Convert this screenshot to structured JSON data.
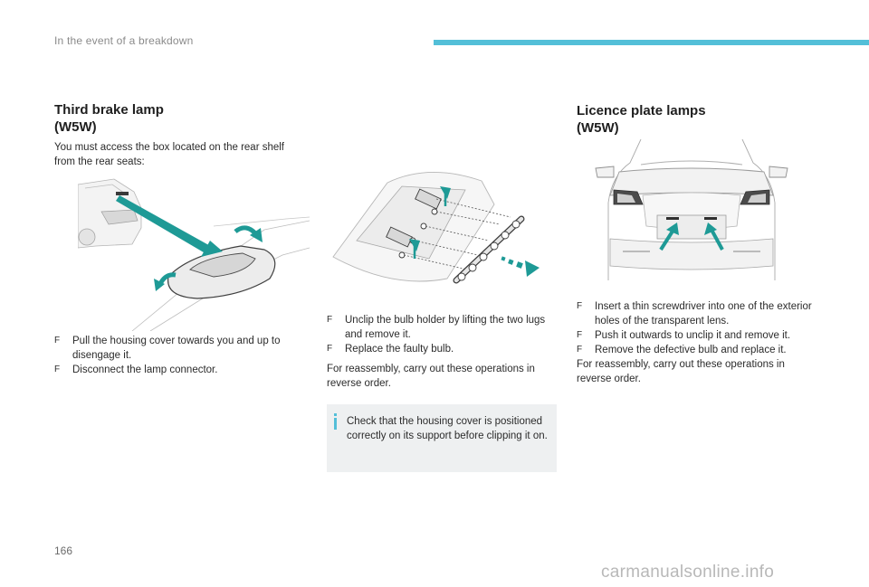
{
  "header": {
    "section_title": "In the event of a breakdown"
  },
  "third_brake_lamp": {
    "title_line1": "Third brake lamp",
    "title_line2": "(W5W)",
    "intro": "You must access the box located on the rear shelf from the rear seats:",
    "bullets": [
      "Pull the housing cover towards you and up to disengage it.",
      "Disconnect the lamp connector."
    ]
  },
  "middle": {
    "bullets": [
      "Unclip the bulb holder by lifting the two lugs and remove it.",
      "Replace the faulty bulb."
    ],
    "reassembly": "For reassembly, carry out these operations in reverse order.",
    "tip": "Check that the housing cover is positioned correctly on its support before clipping it on."
  },
  "licence_plate_lamps": {
    "title_line1": "Licence plate lamps",
    "title_line2": "(W5W)",
    "bullets": [
      "Insert a thin screwdriver into one of the exterior holes of the transparent lens.",
      "Push it outwards to unclip it and remove it.",
      "Remove the defective bulb and replace it."
    ],
    "reassembly": "For reassembly, carry out these operations in reverse order."
  },
  "bullet_glyph": "F",
  "page_number": "166",
  "watermark": "carmanualsonline.info",
  "colors": {
    "accent": "#53bfd8",
    "arrow_teal": "#1e9a96",
    "tip_background": "#eef0f1"
  }
}
